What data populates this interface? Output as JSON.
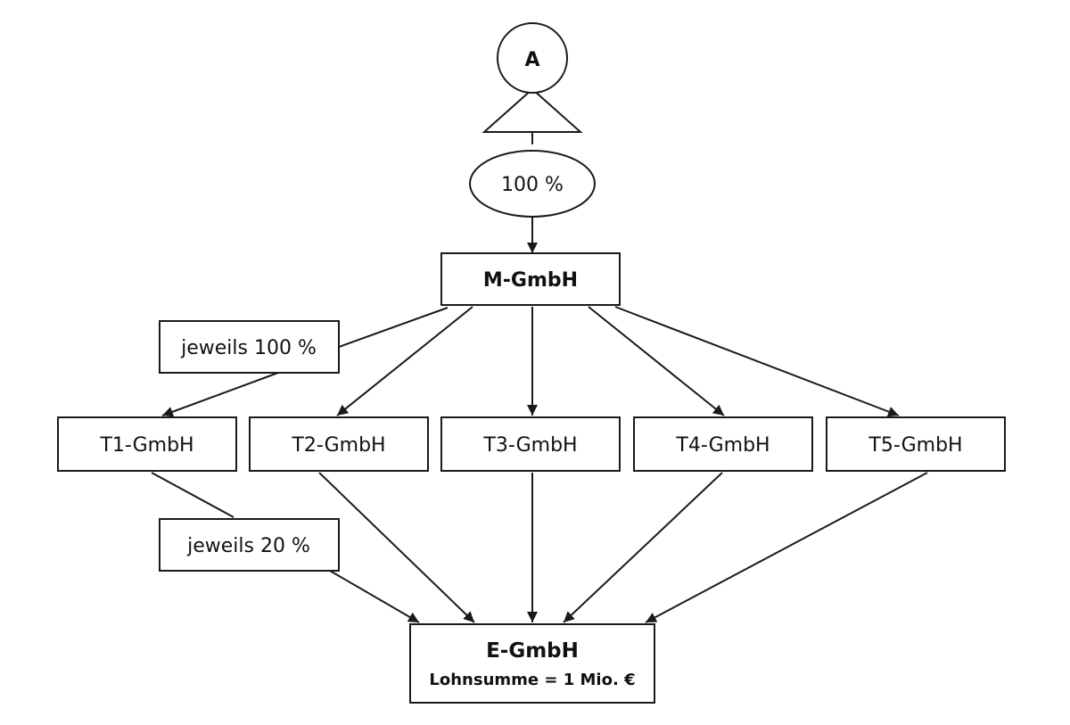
{
  "shareholder": {
    "label": "A"
  },
  "top_share": {
    "label": "100 %"
  },
  "parent": {
    "label": "M-GmbH"
  },
  "subsidiary_share": {
    "label": "jeweils 100 %"
  },
  "subsidiaries": [
    {
      "label": "T1-GmbH"
    },
    {
      "label": "T2-GmbH"
    },
    {
      "label": "T3-GmbH"
    },
    {
      "label": "T4-GmbH"
    },
    {
      "label": "T5-GmbH"
    }
  ],
  "target_share": {
    "label": "jeweils 20 %"
  },
  "target": {
    "name": "E-GmbH",
    "detail": "Lohnsumme = 1 Mio. €"
  }
}
